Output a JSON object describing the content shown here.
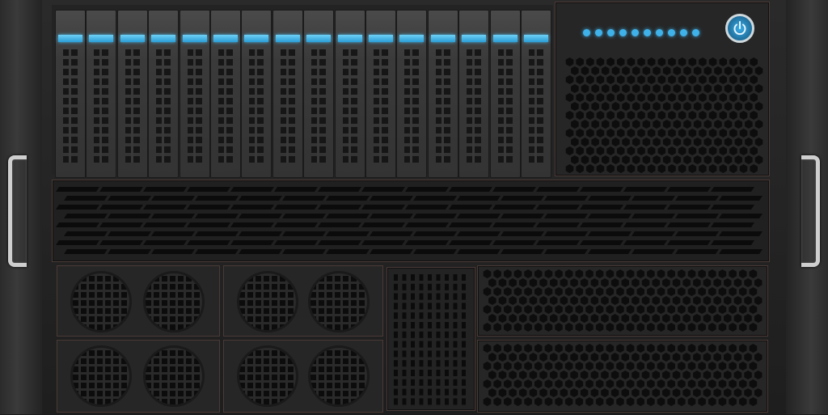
{
  "server": {
    "drive_bays": [
      {
        "led": "blue"
      },
      {
        "led": "blue"
      },
      {
        "led": "blue"
      },
      {
        "led": "blue"
      },
      {
        "led": "blue"
      },
      {
        "led": "blue"
      },
      {
        "led": "blue"
      },
      {
        "led": "blue"
      },
      {
        "led": "blue"
      },
      {
        "led": "blue"
      },
      {
        "led": "blue"
      },
      {
        "led": "blue"
      },
      {
        "led": "blue"
      },
      {
        "led": "blue"
      },
      {
        "led": "blue"
      },
      {
        "led": "blue"
      }
    ],
    "status_leds_count": 10,
    "fan_count": 8,
    "accent_color": "#3fb2ea",
    "handle_color": "#cfcfcf",
    "icons": {
      "power": "power-icon",
      "handle": "rack-handle-icon",
      "fan": "fan-grille-icon"
    }
  }
}
